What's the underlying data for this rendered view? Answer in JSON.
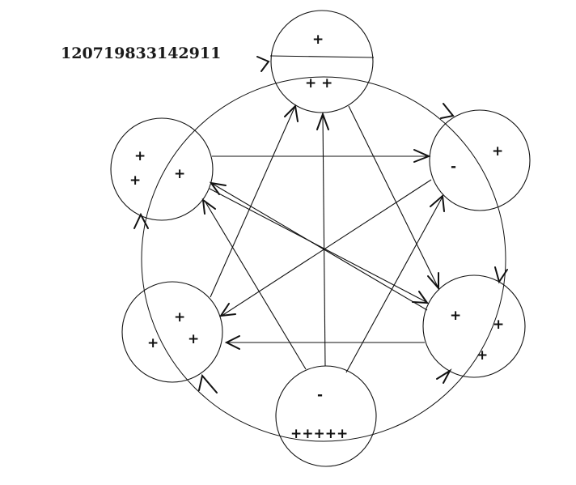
{
  "identifier": "120719833142911",
  "nodes": [
    {
      "id": "top",
      "sign_rows": [
        "+",
        "+ +"
      ]
    },
    {
      "id": "right",
      "sign_rows": [
        "-",
        "+"
      ]
    },
    {
      "id": "lower-right",
      "sign_rows": [
        "+",
        "+",
        "+"
      ]
    },
    {
      "id": "bottom",
      "sign_rows": [
        "-",
        "+++++"
      ]
    },
    {
      "id": "lower-left",
      "sign_rows": [
        "+",
        "+",
        "+"
      ]
    },
    {
      "id": "left",
      "sign_rows": [
        "+",
        "+",
        "+"
      ]
    }
  ],
  "edges": [
    {
      "from": "left",
      "to": "right"
    },
    {
      "from": "left",
      "to": "lower-right"
    },
    {
      "from": "lower-left",
      "to": "top"
    },
    {
      "from": "lower-right",
      "to": "lower-left"
    },
    {
      "from": "bottom",
      "to": "top"
    },
    {
      "from": "bottom",
      "to": "left"
    },
    {
      "from": "bottom",
      "to": "right"
    },
    {
      "from": "top",
      "to": "lower-right"
    },
    {
      "from": "lower-right",
      "to": "left"
    },
    {
      "from": "right",
      "to": "lower-left"
    }
  ],
  "ring": {
    "direction": "clockwise"
  }
}
